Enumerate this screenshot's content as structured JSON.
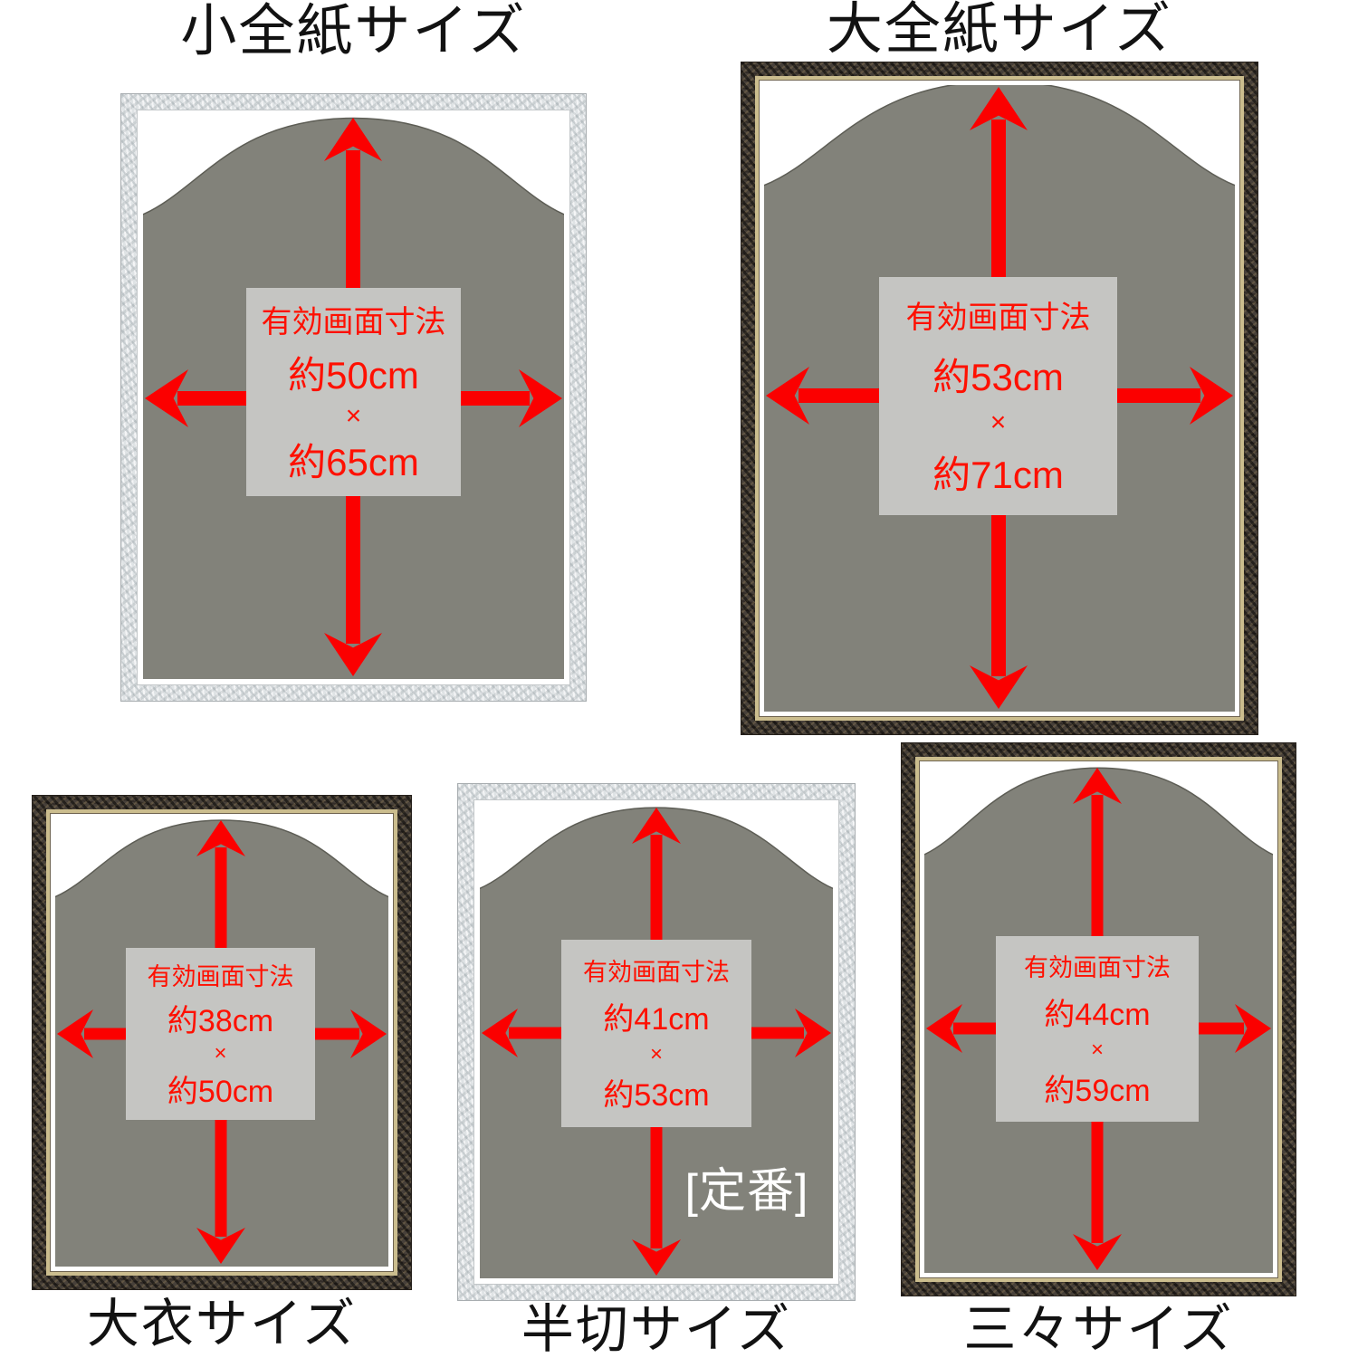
{
  "colors": {
    "arrow_red": "#fb0000",
    "dimension_text_red": "#ff1000",
    "paper_gray": "#82827a",
    "label_background": "#c5c5c2",
    "silver_frame": "#dfe3e5",
    "dark_frame": "#474039",
    "gold_trim": "#cbbd8e",
    "badge_text": "#ffffff",
    "title_text": "#121212",
    "page_background": "#ffffff"
  },
  "frames": [
    {
      "id": "ko-zenshi",
      "title": "小全紙サイズ",
      "frame_style": "silver",
      "label": {
        "heading": "有効画面寸法",
        "width": "約50cm",
        "times": "×",
        "height": "約65cm"
      }
    },
    {
      "id": "dai-zenshi",
      "title": "大全紙サイズ",
      "frame_style": "dark",
      "label": {
        "heading": "有効画面寸法",
        "width": "約53cm",
        "times": "×",
        "height": "約71cm"
      }
    },
    {
      "id": "dai-i",
      "title": "大衣サイズ",
      "frame_style": "dark",
      "label": {
        "heading": "有効画面寸法",
        "width": "約38cm",
        "times": "×",
        "height": "約50cm"
      }
    },
    {
      "id": "hansetsu",
      "title": "半切サイズ",
      "frame_style": "silver",
      "badge": "[定番]",
      "label": {
        "heading": "有効画面寸法",
        "width": "約41cm",
        "times": "×",
        "height": "約53cm"
      }
    },
    {
      "id": "sansan",
      "title": "三々サイズ",
      "frame_style": "dark",
      "label": {
        "heading": "有効画面寸法",
        "width": "約44cm",
        "times": "×",
        "height": "約59cm"
      }
    }
  ]
}
